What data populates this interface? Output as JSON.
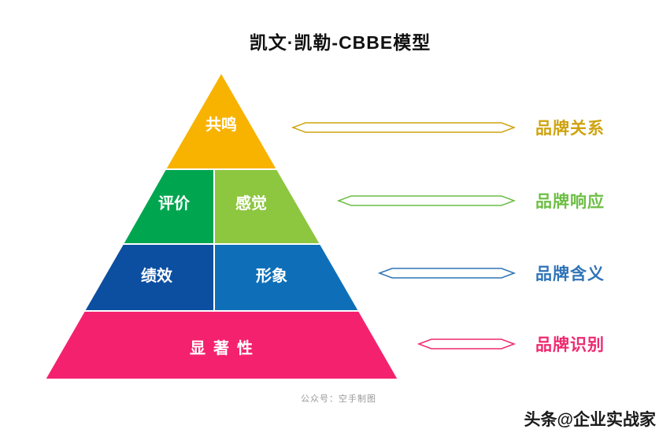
{
  "title": "凯文·凯勒-CBBE模型",
  "pyramid": {
    "sections": [
      {
        "name": "resonance",
        "label": "共鸣",
        "color": "#F8B301"
      },
      {
        "name": "judgments",
        "label": "评价",
        "color": "#00A64F"
      },
      {
        "name": "feelings",
        "label": "感觉",
        "color": "#8DC63F"
      },
      {
        "name": "performance",
        "label": "绩效",
        "color": "#0C4EA0"
      },
      {
        "name": "imagery",
        "label": "形象",
        "color": "#0E6FB8"
      },
      {
        "name": "salience",
        "label": "显著性",
        "color": "#F4226E"
      }
    ]
  },
  "annotations": [
    {
      "label": "品牌关系",
      "color": "#CFA30F"
    },
    {
      "label": "品牌响应",
      "color": "#6DBE45"
    },
    {
      "label": "品牌含义",
      "color": "#2F73B6"
    },
    {
      "label": "品牌识别",
      "color": "#EE2A6E"
    }
  ],
  "footer": {
    "credit": "公众号：空手制图"
  },
  "watermark": {
    "text": "头条@企业实战家"
  }
}
